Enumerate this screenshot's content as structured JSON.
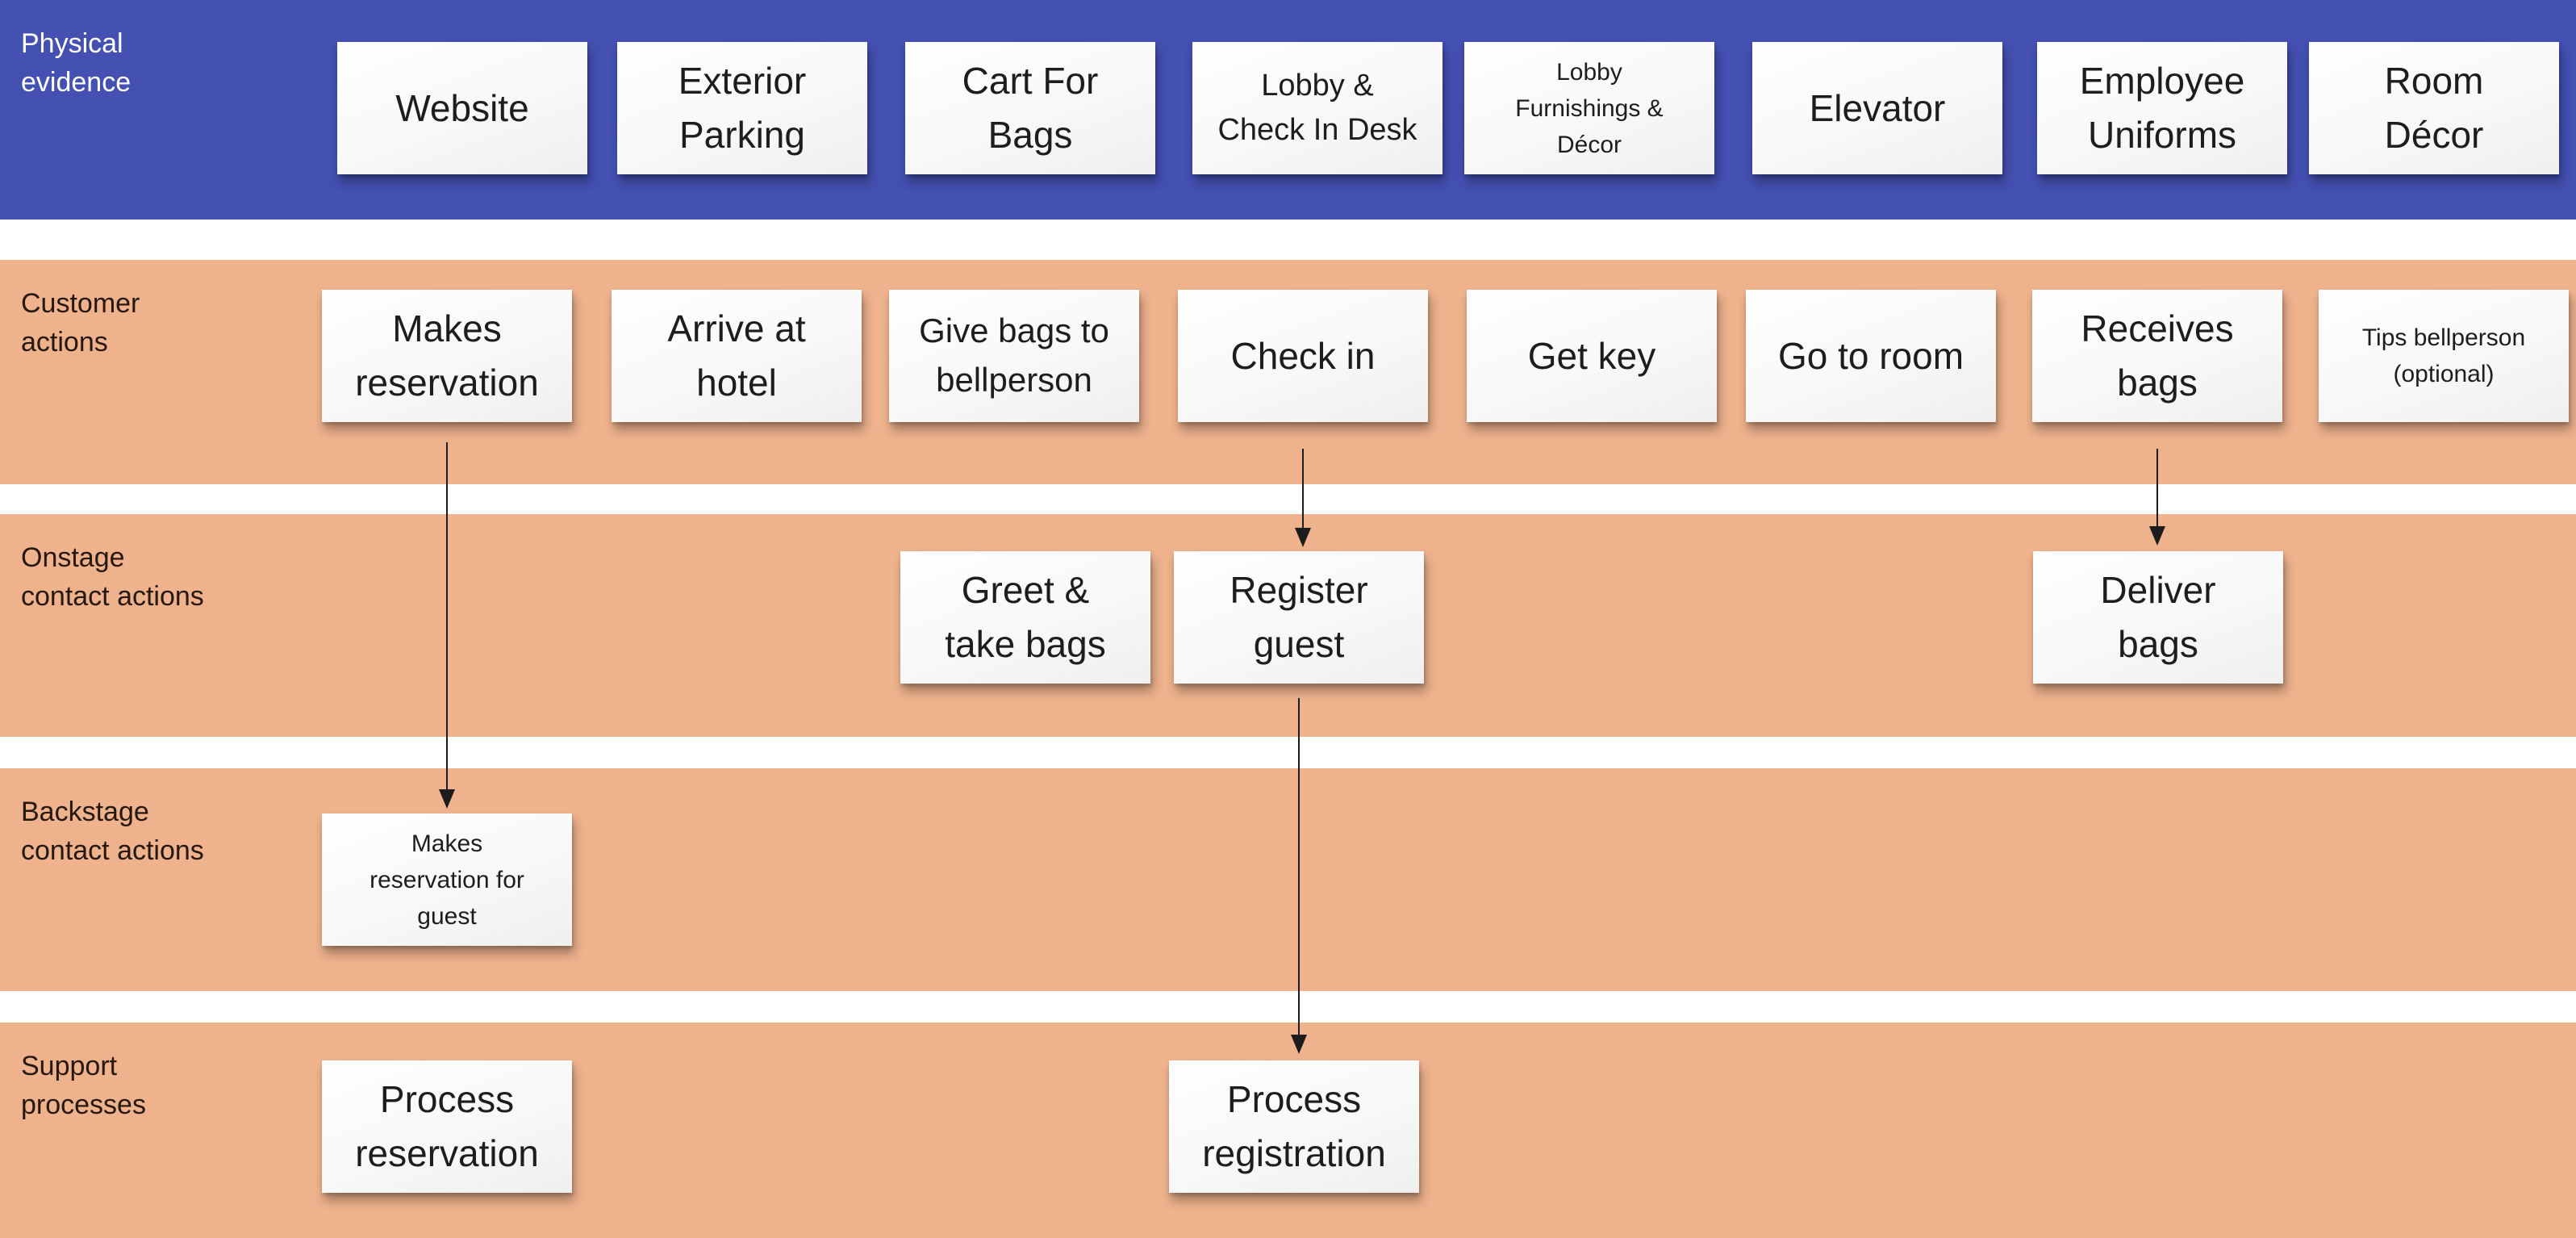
{
  "colors": {
    "physical_band": "#4450b2",
    "lane_band": "#eeb28d",
    "note_background": "#f8f8f8",
    "note_text": "#1d1d1d",
    "label_on_physical": "#ffffff",
    "label_on_lane": "#26180f",
    "arrow": "#1c1c1c",
    "background": "#ffffff"
  },
  "rows": [
    {
      "id": "physical-evidence",
      "label": "Physical\nevidence",
      "notes": [
        {
          "label": "Website"
        },
        {
          "label": "Exterior\nParking"
        },
        {
          "label": "Cart For\nBags"
        },
        {
          "label": "Lobby &\nCheck In Desk"
        },
        {
          "label": "Lobby\nFurnishings &\nDécor"
        },
        {
          "label": "Elevator"
        },
        {
          "label": "Employee\nUniforms"
        },
        {
          "label": "Room\nDécor"
        }
      ]
    },
    {
      "id": "customer-actions",
      "label": "Customer\nactions",
      "notes": [
        {
          "label": "Makes\nreservation"
        },
        {
          "label": "Arrive at\nhotel"
        },
        {
          "label": "Give bags to\nbellperson"
        },
        {
          "label": "Check in"
        },
        {
          "label": "Get key"
        },
        {
          "label": "Go to room"
        },
        {
          "label": "Receives\nbags"
        },
        {
          "label": "Tips bellperson\n(optional)"
        }
      ]
    },
    {
      "id": "onstage-contact-actions",
      "label": "Onstage\ncontact actions",
      "notes": [
        {
          "label": "Greet &\ntake bags"
        },
        {
          "label": "Register\nguest"
        },
        {
          "label": "Deliver\nbags"
        }
      ]
    },
    {
      "id": "backstage-contact-actions",
      "label": "Backstage\ncontact actions",
      "notes": [
        {
          "label": "Makes\nreservation for\nguest"
        }
      ]
    },
    {
      "id": "support-processes",
      "label": "Support\nprocesses",
      "notes": [
        {
          "label": "Process\nreservation"
        },
        {
          "label": "Process\nregistration"
        }
      ]
    }
  ],
  "arrows": [
    {
      "from": "Makes reservation",
      "to": "Makes reservation for guest"
    },
    {
      "from": "Check in",
      "to": "Register guest"
    },
    {
      "from": "Register guest",
      "to": "Process registration"
    },
    {
      "from": "Receives bags",
      "to": "Deliver bags"
    }
  ]
}
